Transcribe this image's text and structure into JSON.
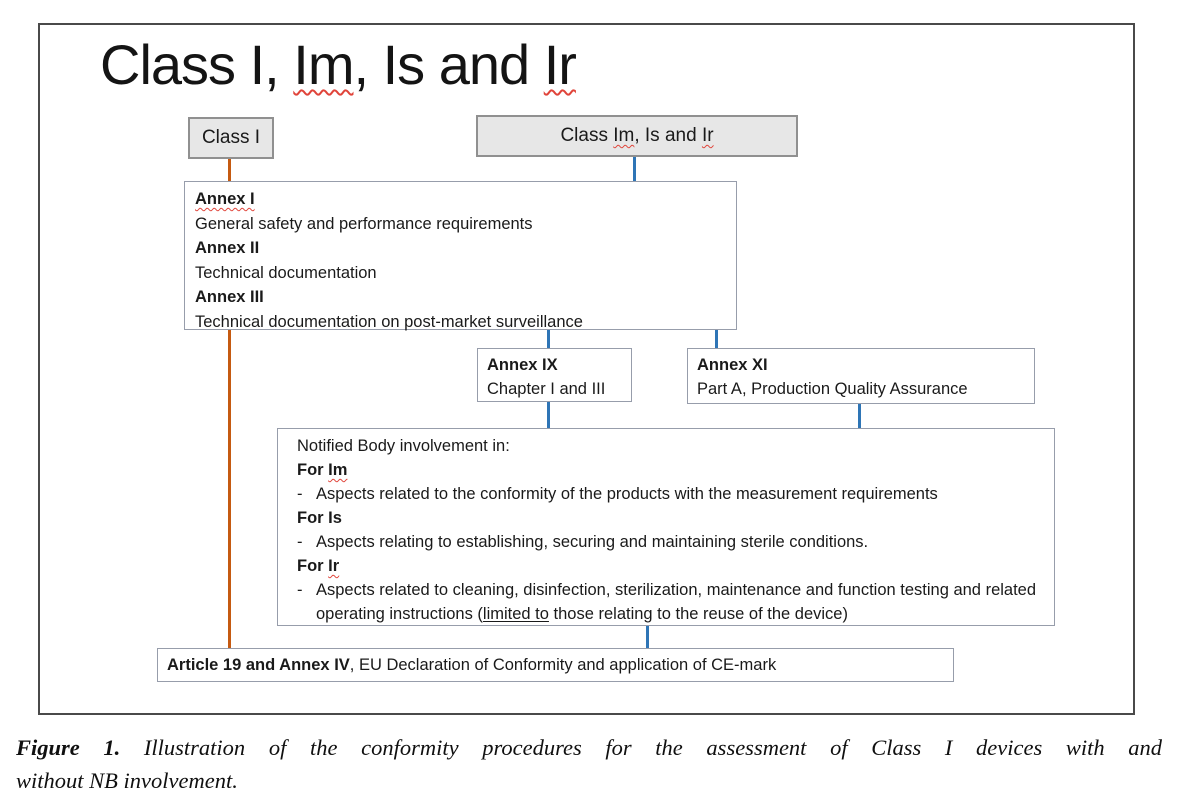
{
  "diagram": {
    "title": {
      "p1": "Class I, ",
      "im": "Im",
      "p2": ", Is and ",
      "ir": "Ir"
    },
    "class_i_label": "Class I",
    "class_im": {
      "p1": "Class ",
      "im": "Im",
      "p2": ", Is and ",
      "ir": "Ir"
    },
    "annex": {
      "rows": [
        {
          "label": "Annex I",
          "desc": "General safety and performance requirements"
        },
        {
          "label": "Annex II",
          "desc": "Technical documentation"
        },
        {
          "label": "Annex III",
          "desc": "Technical documentation on post-market surveillance"
        }
      ]
    },
    "annex_ix": {
      "label": "Annex IX",
      "desc": "Chapter I and III"
    },
    "annex_xi": {
      "label": "Annex XI",
      "desc": "Part A, Production Quality Assurance"
    },
    "notified_body": {
      "intro": "Notified Body involvement in:",
      "bullet_char": "-",
      "groups": [
        {
          "prefix": "For ",
          "flag": "Im",
          "text": "Aspects related to the conformity of the products with the measurement requirements"
        },
        {
          "prefix": "For ",
          "flag": "Is",
          "text": "Aspects relating to establishing, securing and maintaining sterile conditions."
        },
        {
          "prefix": "For ",
          "flag": "Ir",
          "text_a": "Aspects related to cleaning, disinfection, sterilization, maintenance and function testing and related operating instructions (",
          "text_u": "limited to",
          "text_b": " those relating to the reuse of the device)"
        }
      ]
    },
    "article": {
      "bold": "Article 19 and Annex IV",
      "rest": ", EU Declaration of Conformity and application of CE-mark"
    },
    "colors": {
      "orange_line": "#c55a11",
      "blue_line": "#2e75b6",
      "class_box_fill": "#e7e7e7"
    }
  },
  "caption": {
    "label": "Figure 1.",
    "line1_rest": " Illustration of the conformity procedures for the assessment of Class I devices with and",
    "line2": "without NB involvement."
  }
}
